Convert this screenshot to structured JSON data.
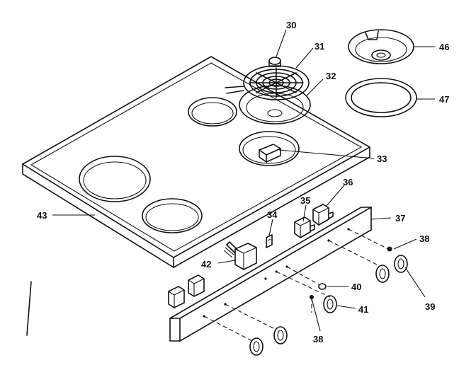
{
  "diagram": {
    "callouts": [
      {
        "id": "c30",
        "label": "30"
      },
      {
        "id": "c31",
        "label": "31"
      },
      {
        "id": "c32",
        "label": "32"
      },
      {
        "id": "c33",
        "label": "33"
      },
      {
        "id": "c34",
        "label": "34"
      },
      {
        "id": "c35",
        "label": "35"
      },
      {
        "id": "c36",
        "label": "36"
      },
      {
        "id": "c37",
        "label": "37"
      },
      {
        "id": "c38a",
        "label": "38"
      },
      {
        "id": "c38b",
        "label": "38"
      },
      {
        "id": "c39",
        "label": "39"
      },
      {
        "id": "c40",
        "label": "40"
      },
      {
        "id": "c41",
        "label": "41"
      },
      {
        "id": "c42",
        "label": "42"
      },
      {
        "id": "c43",
        "label": "43"
      },
      {
        "id": "c46",
        "label": "46"
      },
      {
        "id": "c47",
        "label": "47"
      }
    ]
  }
}
